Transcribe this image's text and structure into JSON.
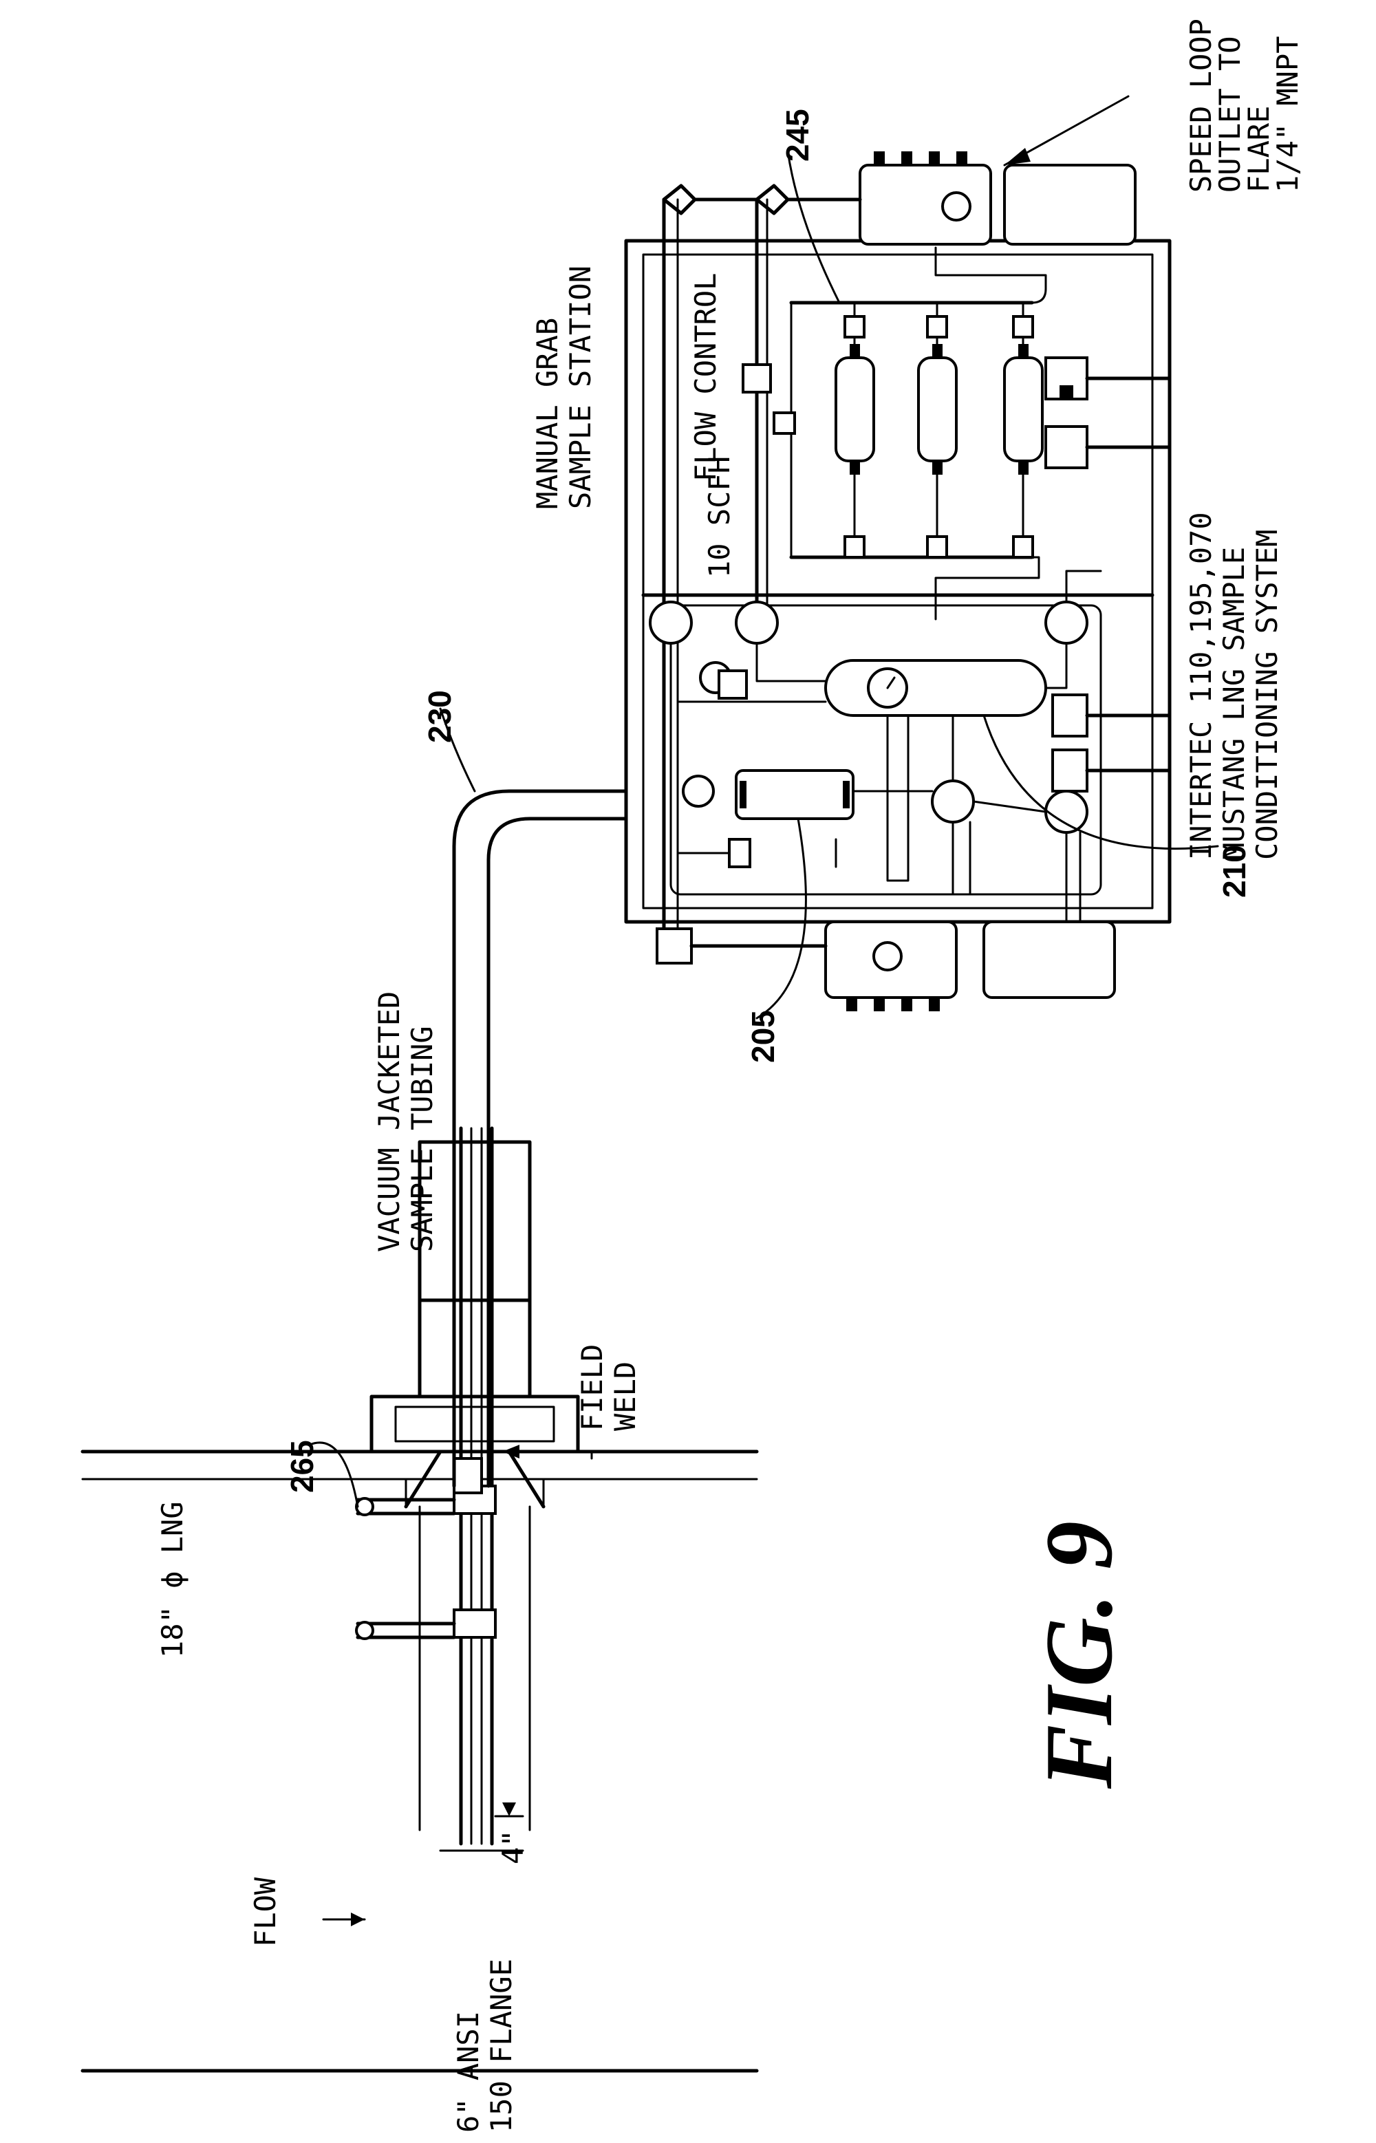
{
  "figure": {
    "caption": "FIG. 9"
  },
  "labels": {
    "speed_loop": [
      "SPEED LOOP",
      "OUTLET TO",
      "FLARE",
      "1/4\" MNPT"
    ],
    "manual_grab": [
      "MANUAL GRAB",
      "SAMPLE STATION"
    ],
    "flow_control": "FLOW CONTROL",
    "scfh": "10 SCFH",
    "intertec": [
      "INTERTEC 110,195,070",
      "MUSTANG LNG SAMPLE",
      "CONDITIONING SYSTEM"
    ],
    "vacuum": [
      "VACUUM JACKETED",
      "SAMPLE TUBING"
    ],
    "field_weld": [
      "FIELD",
      "WELD"
    ],
    "lng": "18\" ϕ LNG",
    "flow": "FLOW",
    "flange": [
      "6\" ANSI",
      "150 FLANGE"
    ],
    "four_inch": "4\""
  },
  "reference_numerals": {
    "n245": "245",
    "n230": "230",
    "n210": "210",
    "n205": "205",
    "n265": "265"
  }
}
